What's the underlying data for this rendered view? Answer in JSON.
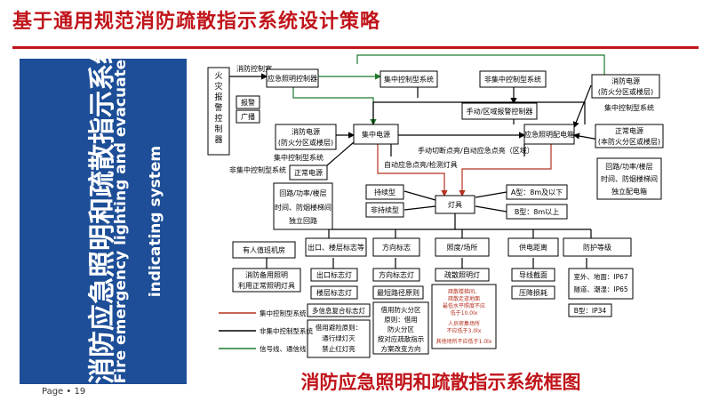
{
  "title": "基于通用规范消防疏散指示系统设计策略",
  "side_panel": {
    "cn": "消防应急照明和疏散指示系统",
    "en_line1": "Fire emergency lighting and evacuate",
    "en_line2": "indicating system"
  },
  "caption": "消防应急照明和疏散指示系统框图",
  "page_number": "Page • 19",
  "colors": {
    "title": "#c0141a",
    "panel": "#1d4e97",
    "red_line": "#b5301f",
    "black_line": "#000000",
    "green_line": "#1e7a2e"
  },
  "nodes": {
    "alarm": "火灾报警控制器",
    "fire_control_room": "消防控制室",
    "emergency_controller": "应急照明控制器",
    "alarm2": "报警",
    "broadcast": "广播",
    "central_control_sys": "集中控制型系统",
    "non_central_sys": "非集中控制型系统",
    "manual_switch": "手动/区域报警控制器",
    "fire_power_left": "消防电源",
    "fire_power_left_sub": "(防火分区或楼层)",
    "central_control_sys2": "集中控制型系统",
    "non_central_sys2": "非集中控制型系统",
    "normal_power_left": "正常电源",
    "central_power": "集中电源",
    "manual_auto": "手动切断点亮/自动应急点亮（区域）",
    "auto_emergency": "自动应急点亮/检测灯具",
    "emergency_dist_box": "应急照明配电箱",
    "fire_power_right": "消防电源",
    "fire_power_right_sub": "(防火分区或楼层)",
    "central_control_sys3": "集中控制型系统",
    "normal_power_right": "正常电源",
    "normal_power_right_sub": "(本防火分区或楼层)",
    "loop_note_left_1": "回路/功率/楼层",
    "loop_note_left_2": "时间、防烟楼梯间",
    "loop_note_left_3": "独立回路",
    "loop_note_right_1": "回路/功率/楼层",
    "loop_note_right_2": "时间、防烟楼梯间",
    "loop_note_right_3": "独立配电箱",
    "continuous": "持续型",
    "non_continuous": "非持续型",
    "fixture": "灯具",
    "type_a": "A型：8m及以下",
    "type_b": "B型：8m以上",
    "no_duty_room": "有人值班机房",
    "exit_floor_sign": "出口、楼层标志等",
    "direction_sign": "方向标志",
    "lighting_place": "照度/场所",
    "power_distance": "供电距离",
    "protection_level": "防护等级",
    "keep_lighting_1": "消防备用照明",
    "keep_lighting_2": "利用正常照明灯具",
    "exit_sign_lamp": "出口标志灯",
    "dir_sign_lamp": "方向标志灯",
    "evac_lighting_lamp": "疏散照明灯",
    "wire_section": "导线截面",
    "voltage_drop": "压降损耗",
    "outdoor_ip": "室外、地面：IP67",
    "tunnel_ip": "隧道、潮湿：IP65",
    "b_ip": "B型：IP34",
    "floor_sign_lamp": "楼层标志灯",
    "nearest_principle": "最短路径原则",
    "multi_info": "多信息复合标志灯",
    "borrow_1": "借用避险原则：",
    "borrow_2": "通行绿灯灭",
    "borrow_3": "禁止红灯亮",
    "compartment_1": "借用防火分区",
    "compartment_2": "原则：借用",
    "compartment_3": "防火分区",
    "compartment_4": "按对应疏散指示",
    "compartment_5": "方案改变方向",
    "illum_note_1": "疏散楼梯间、",
    "illum_note_2": "疏散走道地面",
    "illum_note_3": "最低水平照度不应",
    "illum_note_4": "低于10.0lx",
    "illum_note_5": "人员密集场所",
    "illum_note_6": "不应低于3.0lx",
    "illum_note_7": "其他场所不应低于1.0lx",
    "legend_central": "集中控制型系统",
    "legend_non_central": "非集中控制型系统",
    "legend_signal": "信号线、通信线"
  }
}
